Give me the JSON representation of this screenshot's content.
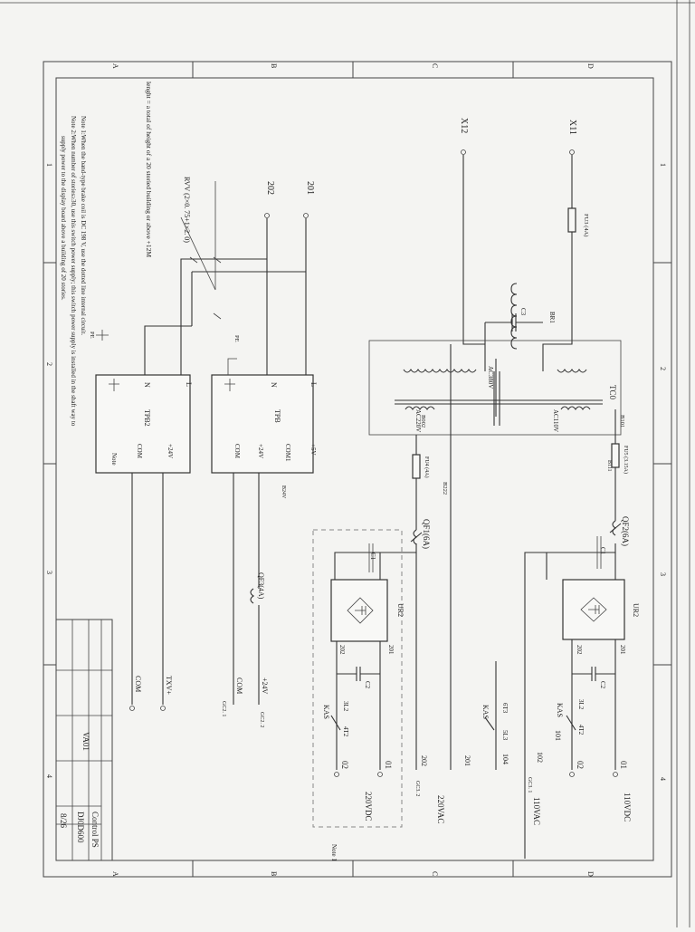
{
  "title_block": {
    "drawing_name": "Control PS",
    "drawing_no": "DJ0D600",
    "sheet": "8/26",
    "code": "VA01"
  },
  "grid": {
    "rows": [
      "A",
      "B",
      "C",
      "D"
    ],
    "cols": [
      "1",
      "2",
      "3",
      "4"
    ]
  },
  "notes": {
    "length": "lenght = a total of height of a 20 storied building or above +12M",
    "note1": "Note 1:When the band-type brake coil is DC 198 V, use the dotted line internal circuit.",
    "note2": "Note 2:When number of stories≥30, use this switch power supply; this switch power supply is installed in the shaft way to",
    "note2b": "supply power to the display board above a building of 20 stories.",
    "note1_ref": "Note 1"
  },
  "inputs": {
    "x11": "X11",
    "x12": "X12",
    "w201": "201",
    "w202": "202"
  },
  "cable": "RVV (2×0. 75+1×2. 0)",
  "transformer": {
    "name": "TC0",
    "primary": "AC380V",
    "sec_110": "AC110V",
    "sec_220": "AC220V",
    "br1": "BR1",
    "b101": "B101",
    "b111": "B111",
    "b002": "B002",
    "b222": "B222",
    "c3": "C3",
    "fu3": "FU3 (4A)",
    "fu5": "FU5 (3.15A)",
    "fu4": "FU4 (4A)"
  },
  "breakers": {
    "qf2": "QF2(6A)",
    "qf1": "QF1(6A)",
    "qf3": "QF3(4A)"
  },
  "top_circuit": {
    "c1": "C1",
    "rect": "UR2",
    "c2": "C2",
    "w201": "201",
    "w202": "202",
    "kas": "KAS",
    "w3l2": "3L2",
    "w4t2": "4T2",
    "w613": "6T3",
    "w5l3": "5L3",
    "w101": "101",
    "w102": "102",
    "w104": "104",
    "out01": "01",
    "out02": "02",
    "gc3_1": "GC3. 1",
    "dc_label": "110VDC",
    "ac_label": "110VAC",
    "ac220_label": "220VAC",
    "w201b": "201",
    "w202b": "202",
    "gc3_2": "GC3. 2"
  },
  "bottom_circuit": {
    "c1": "C1",
    "rect": "UR2",
    "c2": "C2",
    "w201": "201",
    "w202": "202",
    "kas": "KAS",
    "w3l2": "3L2",
    "w4t2": "4T2",
    "out01": "01",
    "out02": "02",
    "dc_label": "220VDC"
  },
  "tpb": {
    "name": "TPB",
    "l": "L",
    "n": "N",
    "p5v": "+5V",
    "com1": "COM1",
    "p24v": "+24V",
    "com": "COM",
    "b24v": "B24V",
    "pe": "PE",
    "out_24v": "+24V",
    "out_com": "COM",
    "gc2_2": "GC2. 2",
    "gc2_1": "GC2. 1"
  },
  "tpb2": {
    "name": "TPB2",
    "l": "L",
    "n": "N",
    "p24v": "+24V",
    "com": "COM",
    "note": "Note",
    "pe": "PE",
    "txv": "TXV+",
    "out_com": "COM"
  }
}
